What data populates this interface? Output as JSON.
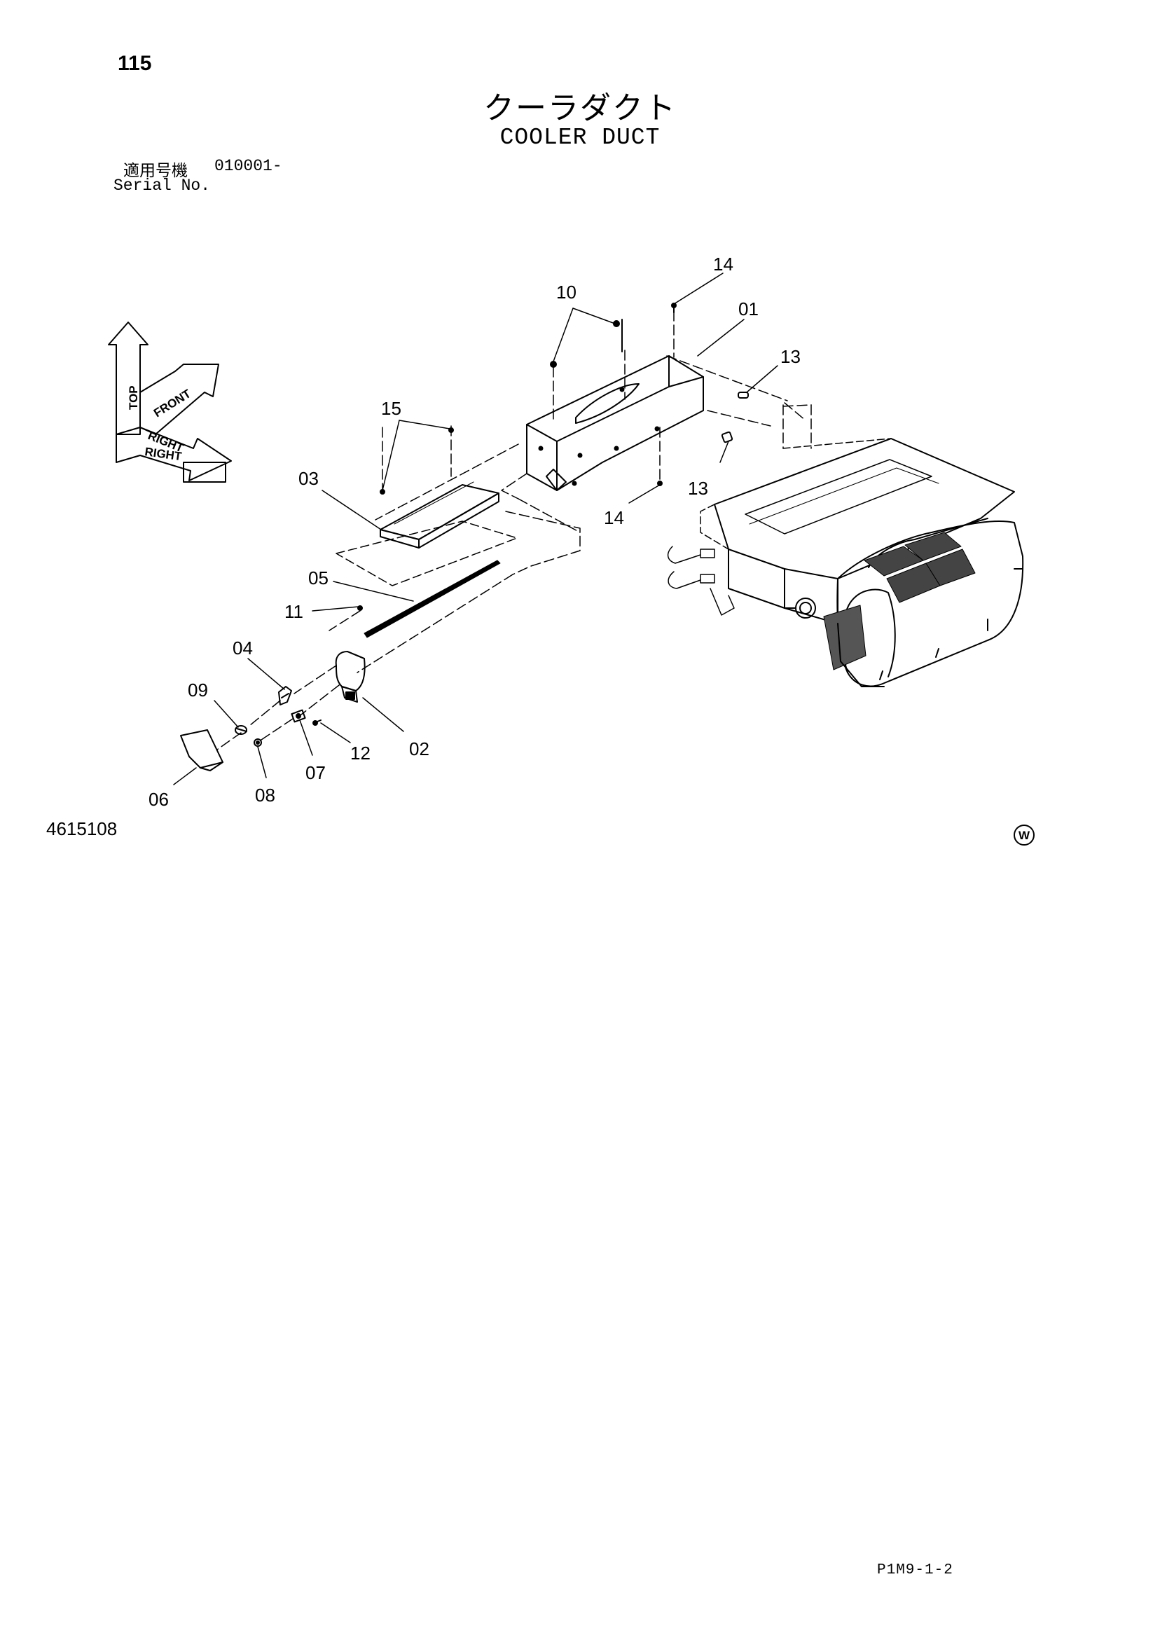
{
  "header": {
    "page_number": "115",
    "title_jp": "クーラダクト",
    "title_en": "COOLER DUCT",
    "serial_label_jp": "適用号機",
    "serial_label_en": "Serial No.",
    "serial_value": "010001-"
  },
  "orientation": {
    "top": "TOP",
    "front": "FRONT",
    "right": "RIGHT"
  },
  "callouts": [
    "01",
    "02",
    "03",
    "04",
    "05",
    "06",
    "07",
    "08",
    "09",
    "10",
    "11",
    "12",
    "13",
    "13",
    "14",
    "14",
    "15"
  ],
  "footer": {
    "drawing_number": "4615108",
    "w_mark": "W",
    "sheet_code": "P1M9-1-2"
  }
}
